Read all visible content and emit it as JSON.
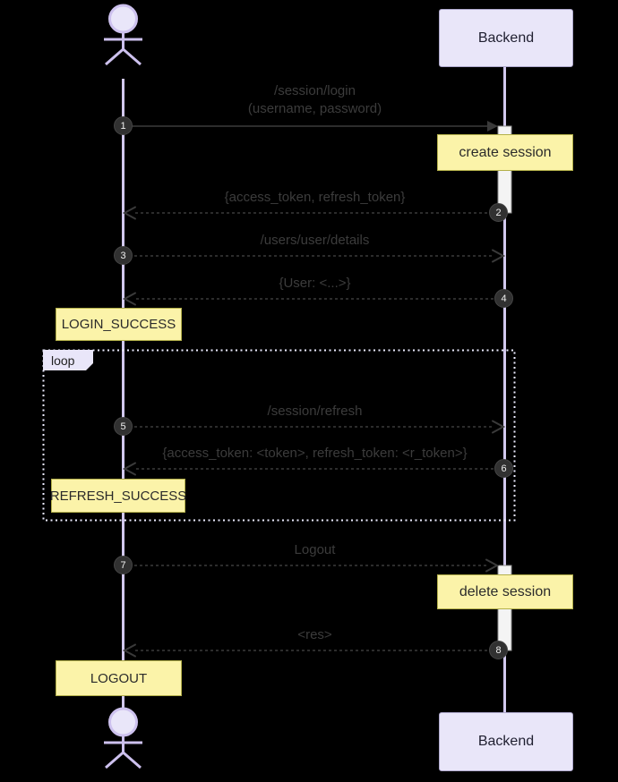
{
  "diagram_type": "sequence-diagram",
  "participants": {
    "backend_top": "Backend",
    "backend_bottom": "Backend"
  },
  "actor": {
    "icon": "stick-figure-actor"
  },
  "messages": [
    {
      "num": "1",
      "text": "/session/login\n(username, password)",
      "arrow": "solid-right"
    },
    {
      "num": "2",
      "text": "{access_token, refresh_token}",
      "arrow": "dashed-left"
    },
    {
      "num": "3",
      "text": "/users/user/details",
      "arrow": "dashed-right"
    },
    {
      "num": "4",
      "text": "{User: <...>}",
      "arrow": "dashed-left"
    },
    {
      "num": "5",
      "text": "/session/refresh",
      "arrow": "dashed-right"
    },
    {
      "num": "6",
      "text": "{access_token: <token>, refresh_token: <r_token>}",
      "arrow": "dashed-left"
    },
    {
      "num": "7",
      "text": "Logout",
      "arrow": "dashed-right"
    },
    {
      "num": "8",
      "text": "<res>",
      "arrow": "dashed-left"
    }
  ],
  "notes": {
    "create_session": "create session",
    "login_success": "LOGIN_SUCCESS",
    "refresh_success": "REFRESH_SUCCESS",
    "delete_session": "delete session",
    "logout": "LOGOUT"
  },
  "loop": {
    "label": "loop"
  },
  "colors": {
    "background": "#000000",
    "participant_fill": "#E9E6F9",
    "participant_border": "#AEA8CC",
    "lifeline": "#D2C9EE",
    "actor_stroke": "#CDC1EE",
    "note_fill": "#FBF3A9",
    "note_border": "#B3B04A",
    "message_text": "#3C3C3C",
    "message_line": "#3A3A3A",
    "sequence_number_fill": "#313131",
    "sequence_number_text": "#EFEFEF",
    "activation_fill": "#F4F4F4",
    "loop_border": "#ECECFF"
  }
}
